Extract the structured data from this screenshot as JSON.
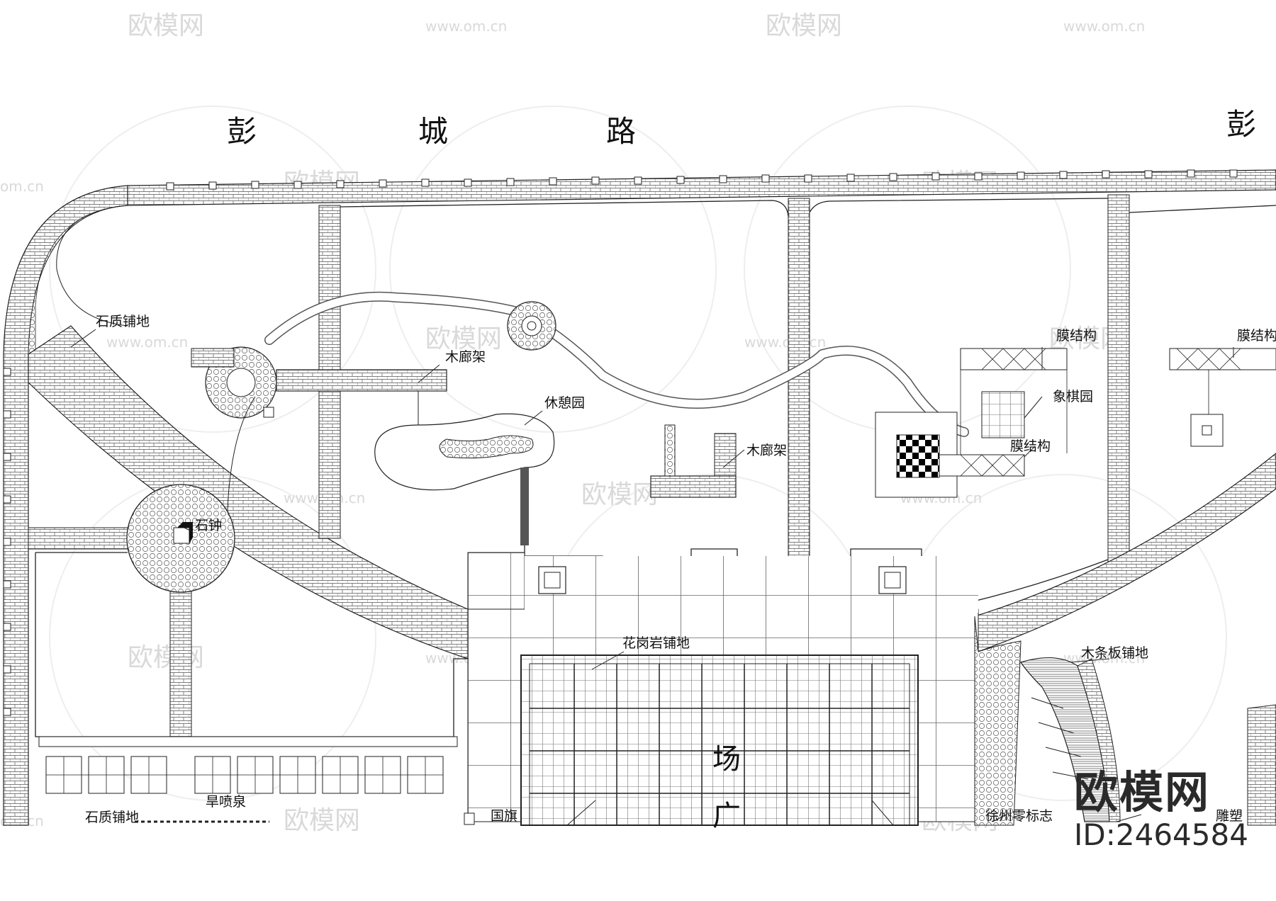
{
  "road": {
    "chars": [
      "彭",
      "城",
      "路",
      "彭"
    ]
  },
  "labels": {
    "stone_paving_top": "石质铺地",
    "wood_gallery_1": "木廊架",
    "rest_garden": "休憩园",
    "wood_gallery_2": "木廊架",
    "membrane_1": "膜结构",
    "membrane_2": "膜结构",
    "membrane_3": "膜结构",
    "chess_garden": "象棋园",
    "stone_bell": "石钟",
    "granite_paving": "花岗岩铺地",
    "wood_strip_paving": "木条板铺地",
    "square_1": "场",
    "square_2": "广",
    "stone_paving_bottom": "石质铺地",
    "dry_fountain": "旱喷泉",
    "national_flag": "国旗",
    "xuzhou_zero_mark": "徐州零标志",
    "sculpture": "雕塑"
  },
  "watermark": {
    "logo": "欧模网",
    "url": "www.om.cn",
    "url_short": "om.cn"
  },
  "brand": {
    "logo": "欧模网",
    "id": "ID:2464584"
  },
  "colors": {
    "line": "#222222",
    "hatch": "#555555",
    "watermark": "#d9d9d9"
  }
}
